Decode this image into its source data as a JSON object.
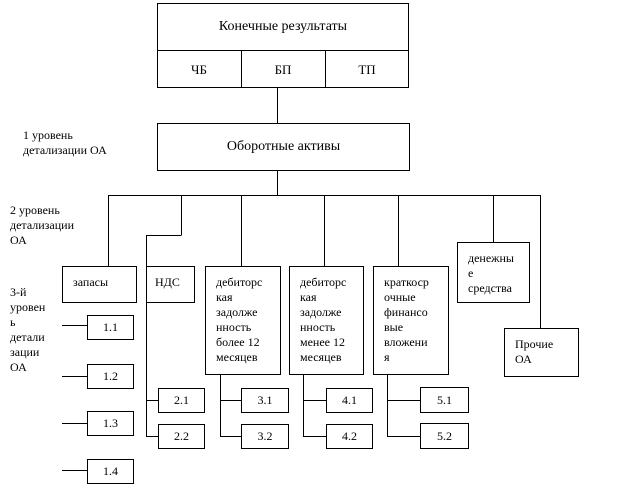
{
  "top": {
    "title": "Конечные результаты",
    "cells": [
      "ЧБ",
      "БП",
      "ТП"
    ]
  },
  "level1": {
    "label": "1 уровень\nдетализации ОА",
    "box": "Оборотные активы"
  },
  "level2": {
    "label": "2 уровень\nдетализации\nОА"
  },
  "level3": {
    "label": "3-й\nуровен\nь\nдетали\nзации\nОА"
  },
  "categories": [
    "запасы",
    "НДС",
    "дебиторс\nкая\nзадолже\nнность\nболее 12\nмесяцев",
    "дебиторс\nкая\nзадолже\nнность\nменее 12\nмесяцев",
    "краткоср\nочные\nфинансо\nвые\nвложени\nя",
    "денежны\nе\nсредства",
    "Прочие\nОА"
  ],
  "details": {
    "c1": [
      "1.1",
      "1.2",
      "1.3",
      "1.4"
    ],
    "c2": [
      "2.1",
      "2.2"
    ],
    "c3": [
      "3.1",
      "3.2"
    ],
    "c4": [
      "4.1",
      "4.2"
    ],
    "c5": [
      "5.1",
      "5.2"
    ]
  }
}
